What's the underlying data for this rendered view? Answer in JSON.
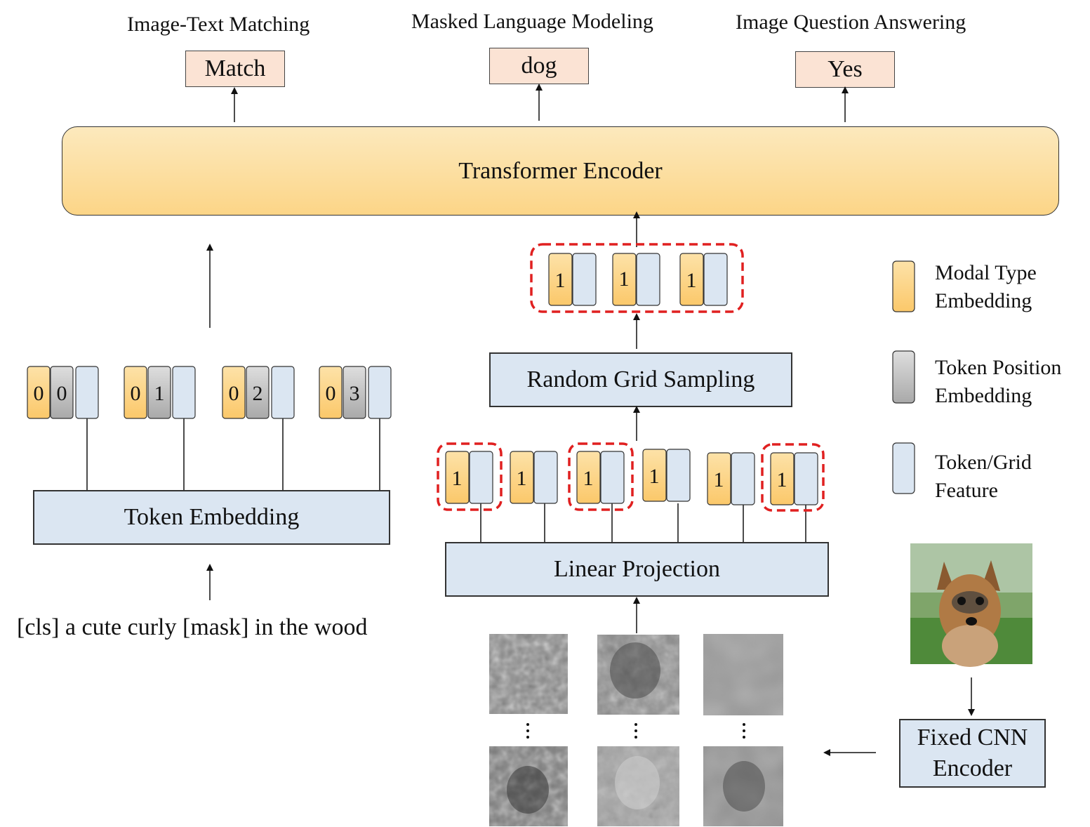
{
  "tasks": [
    {
      "title": "Image-Text Matching",
      "output": "Match"
    },
    {
      "title": "Masked Language Modeling",
      "output": "dog"
    },
    {
      "title": "Image Question Answering",
      "output": "Yes"
    }
  ],
  "encoder_label": "Transformer Encoder",
  "token_embedding_label": "Token Embedding",
  "text_input": "[cls] a cute curly [mask] in the wood",
  "random_grid_label": "Random Grid Sampling",
  "linear_projection_label": "Linear Projection",
  "cnn_label_line1": "Fixed CNN",
  "cnn_label_line2": "Encoder",
  "legend": {
    "modal_line1": "Modal Type",
    "modal_line2": "Embedding",
    "position_line1": "Token Position",
    "position_line2": "Embedding",
    "feature_line1": "Token/Grid",
    "feature_line2": "Feature"
  },
  "text_tokens": [
    {
      "modal": "0",
      "position": "0"
    },
    {
      "modal": "0",
      "position": "1"
    },
    {
      "modal": "0",
      "position": "2"
    },
    {
      "modal": "0",
      "position": "3"
    }
  ],
  "grid_tokens": [
    "1",
    "1",
    "1",
    "1",
    "1",
    "1"
  ],
  "sampled_tokens": [
    "1",
    "1",
    "1"
  ],
  "colors": {
    "modal": "#fcd083",
    "position": "#c2c2c2",
    "feature": "#dbe6f2",
    "output": "#fbe3d4",
    "dashed_highlight": "#e02020"
  }
}
